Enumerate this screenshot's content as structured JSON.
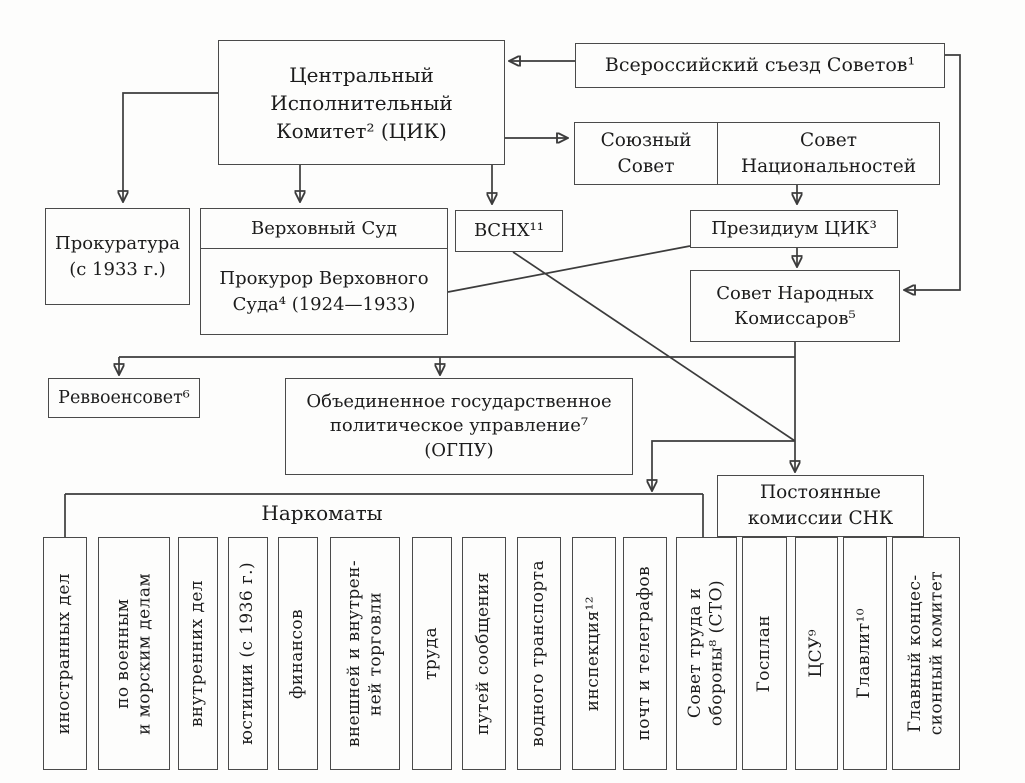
{
  "diagram": {
    "nodes": {
      "congress": "Всероссийский съезд Советов¹",
      "cik": "Центральный\nИсполнительный\nКомитет² (ЦИК)",
      "union_council": "Союзный\nСовет",
      "nationalities_council": "Совет\nНациональностей",
      "prokuratura": "Прокуратура\n(с 1933 г.)",
      "supreme_court": "Верховный Суд",
      "supreme_court_prosecutor": "Прокурор Верховного\nСуда⁴ (1924—1933)",
      "vsnh": "ВСНХ¹¹",
      "presidium_cik": "Президиум ЦИК³",
      "sovnarkom": "Совет Народных\nКомиссаров⁵",
      "revvoensovet": "Реввоенсовет⁶",
      "ogpu": "Объединенное государственное\nполитическое управление⁷\n(ОГПУ)",
      "perm_commissions": "Постоянные\nкомиссии СНК",
      "narkomaty_header": "Наркоматы"
    },
    "columns": [
      {
        "label": "иностранных дел"
      },
      {
        "label": "по военным\nи морским делам"
      },
      {
        "label": "внутренних дел"
      },
      {
        "label": "юстиции (с 1936 г.)"
      },
      {
        "label": "финансов"
      },
      {
        "label": "внешней и внутрен-\nней торговли"
      },
      {
        "label": "труда"
      },
      {
        "label": "путей сообщения"
      },
      {
        "label": "водного транспорта"
      },
      {
        "label": "инспекция¹²"
      },
      {
        "label": "почт и телеграфов"
      },
      {
        "label": "Совет труда и\nобороны⁸ (СТО)"
      },
      {
        "label": "Госплан"
      },
      {
        "label": "ЦСУ⁹"
      },
      {
        "label": "Главлит¹⁰"
      },
      {
        "label": "Главный концес-\nсионный комитет"
      }
    ]
  },
  "colors": {
    "background": "#fdfdfc",
    "ink": "#1c1c1c",
    "box_border": "#4a4a4a",
    "connector": "#3c3c3c"
  }
}
